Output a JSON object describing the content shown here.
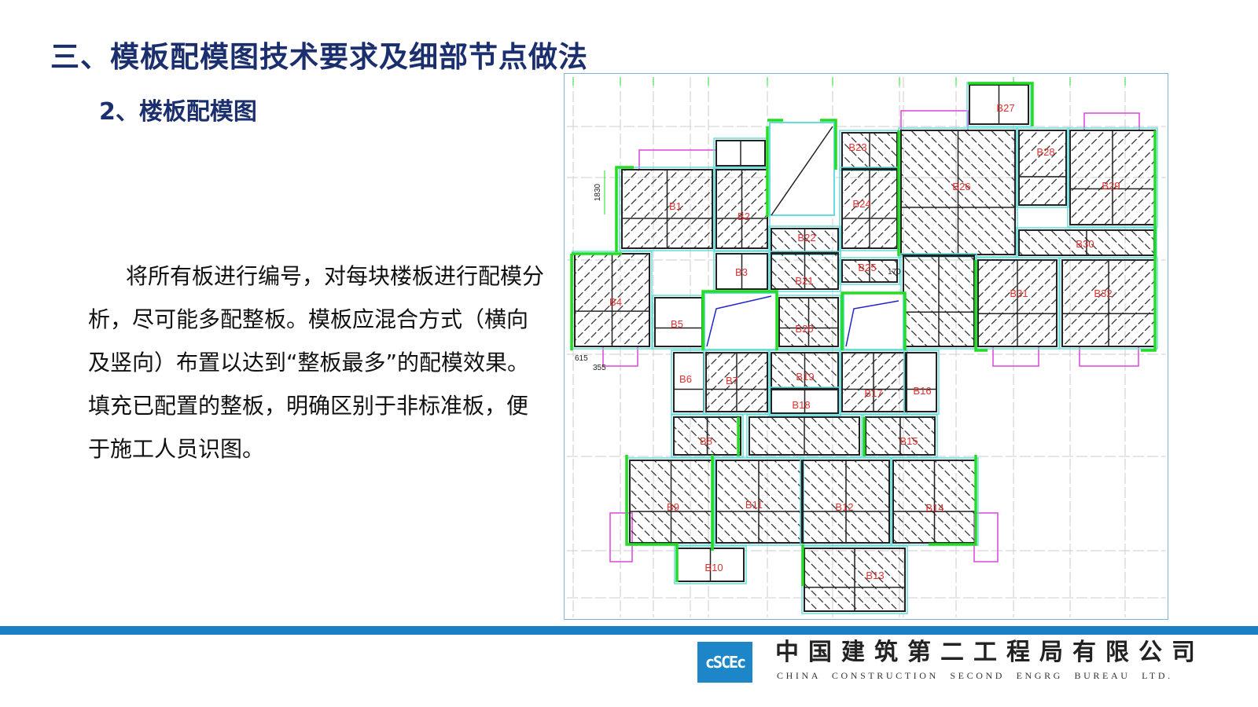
{
  "slide": {
    "title": "三、模板配模图技术要求及细部节点做法",
    "subtitle": "2、楼板配模图",
    "body": "将所有板进行编号，对每块楼板进行配模分析，尽可能多配整板。模板应混合方式（横向及竖向）布置以达到“整板最多”的配模效果。填充已配置的整板，明确区别于非标准板，便于施工人员识图。"
  },
  "drawing": {
    "slab_labels": [
      "B1",
      "B2",
      "B3",
      "B4",
      "B5",
      "B6",
      "B7",
      "B8",
      "B9",
      "B10",
      "B11",
      "B12",
      "B13",
      "B14",
      "B15",
      "B16",
      "B17",
      "B18",
      "B19",
      "B20",
      "B21",
      "B22",
      "B23",
      "B24",
      "B25",
      "B26",
      "B27",
      "B28",
      "B29",
      "B30",
      "B31",
      "B32"
    ],
    "dimensions": [
      "1830",
      "615",
      "355",
      "170"
    ],
    "colors": {
      "wall": "#22dd22",
      "outline": "#66dddd",
      "balcony": "#dd44dd",
      "label": "#e03030",
      "stair": "#2222cc",
      "hatch": "#222222"
    }
  },
  "footer": {
    "company_cn": "中国建筑第二工程局有限公司",
    "company_en": "CHINA CONSTRUCTION SECOND ENGRG BUREAU LTD.",
    "logo_text": "cSCEc",
    "bar_color": "#1a7fc4"
  }
}
